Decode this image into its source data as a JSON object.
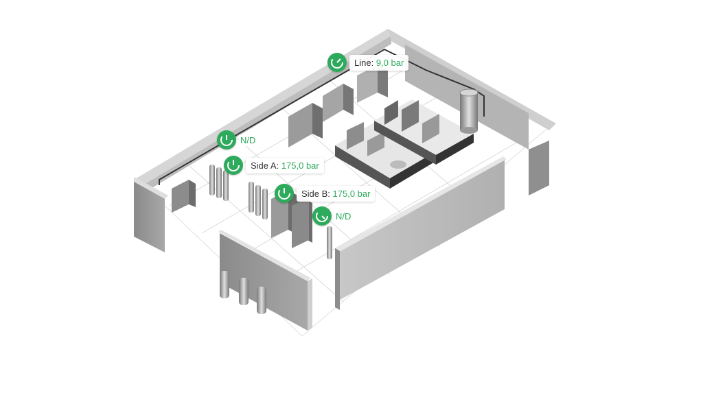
{
  "sensors": [
    {
      "id": "line",
      "prefix": "Line: ",
      "value": "9,0 bar",
      "status": "ok"
    },
    {
      "id": "nd-1",
      "prefix": "",
      "value": "N/D",
      "status": "nd"
    },
    {
      "id": "side-a",
      "prefix": "Side A: ",
      "value": "175,0 bar",
      "status": "ok"
    },
    {
      "id": "side-b",
      "prefix": "Side B: ",
      "value": "175,0 bar",
      "status": "ok"
    },
    {
      "id": "nd-2",
      "prefix": "",
      "value": "N/D",
      "status": "nd"
    }
  ],
  "colors": {
    "accent": "#2eaa5c",
    "wall": "#9a9a9a",
    "floor": "#ffffff"
  },
  "icons": {
    "sensor": "pressure-gauge-icon"
  }
}
